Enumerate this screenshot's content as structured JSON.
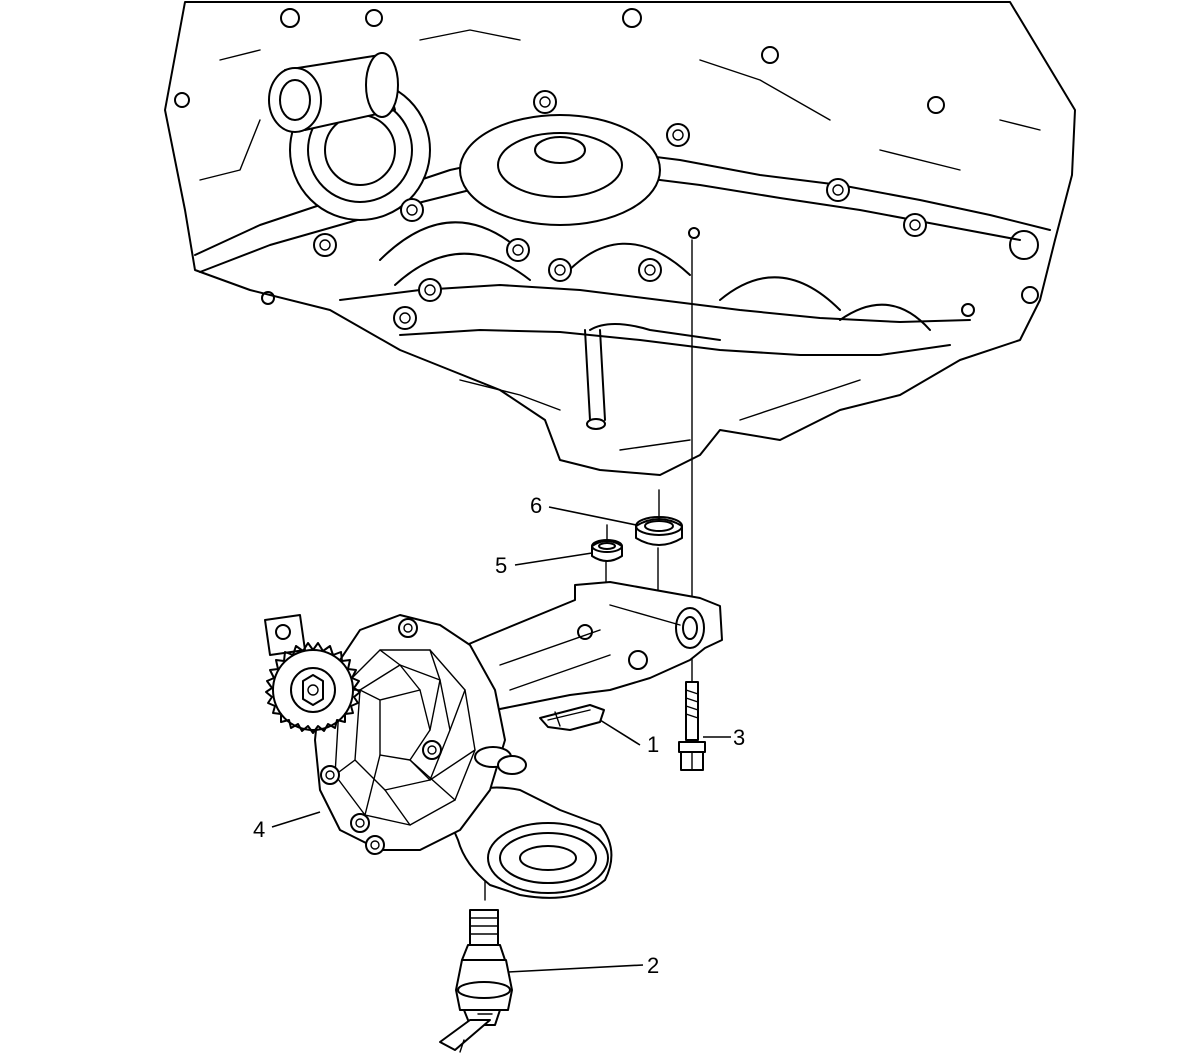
{
  "callouts": [
    {
      "id": "1",
      "label": "1"
    },
    {
      "id": "2",
      "label": "2"
    },
    {
      "id": "3",
      "label": "3"
    },
    {
      "id": "4",
      "label": "4"
    },
    {
      "id": "5",
      "label": "5"
    },
    {
      "id": "6",
      "label": "6"
    }
  ],
  "colors": {
    "line": "#000000",
    "background": "#ffffff",
    "fill_dark": "#000000"
  }
}
